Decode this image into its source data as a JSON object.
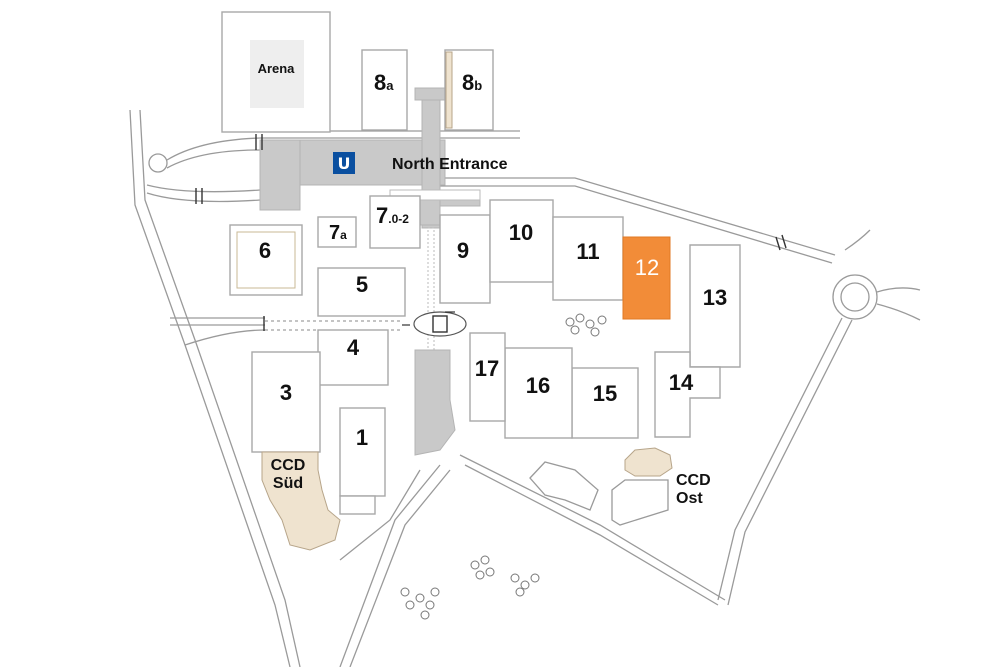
{
  "map": {
    "buildings": {
      "arena": "Arena",
      "h8a_num": "8",
      "h8a_sub": "a",
      "h8b_num": "8",
      "h8b_sub": "b",
      "h7a_num": "7",
      "h7a_sub": "a",
      "h7_num": "7",
      "h7_sub": ".0-2",
      "h6": "6",
      "h5": "5",
      "h4": "4",
      "h3": "3",
      "h1": "1",
      "h9": "9",
      "h10": "10",
      "h11": "11",
      "h12": "12",
      "h13": "13",
      "h14": "14",
      "h15": "15",
      "h16": "16",
      "h17": "17"
    },
    "ccd_sued": [
      "CCD",
      "Süd"
    ],
    "ccd_ost": [
      "CCD",
      "Ost"
    ],
    "north_entrance": "North Entrance",
    "subway_icon": "U",
    "colors": {
      "highlight": "#F28C38",
      "subway": "#0A4FA0",
      "outline": "#A8A8A8",
      "corridor": "#C9C9C9",
      "ccd_fill": "#EFE3CF"
    },
    "highlighted_hall": "12",
    "icons": [
      "subway-icon",
      "car-icon",
      "roundabout-icon",
      "tree-icon"
    ]
  }
}
